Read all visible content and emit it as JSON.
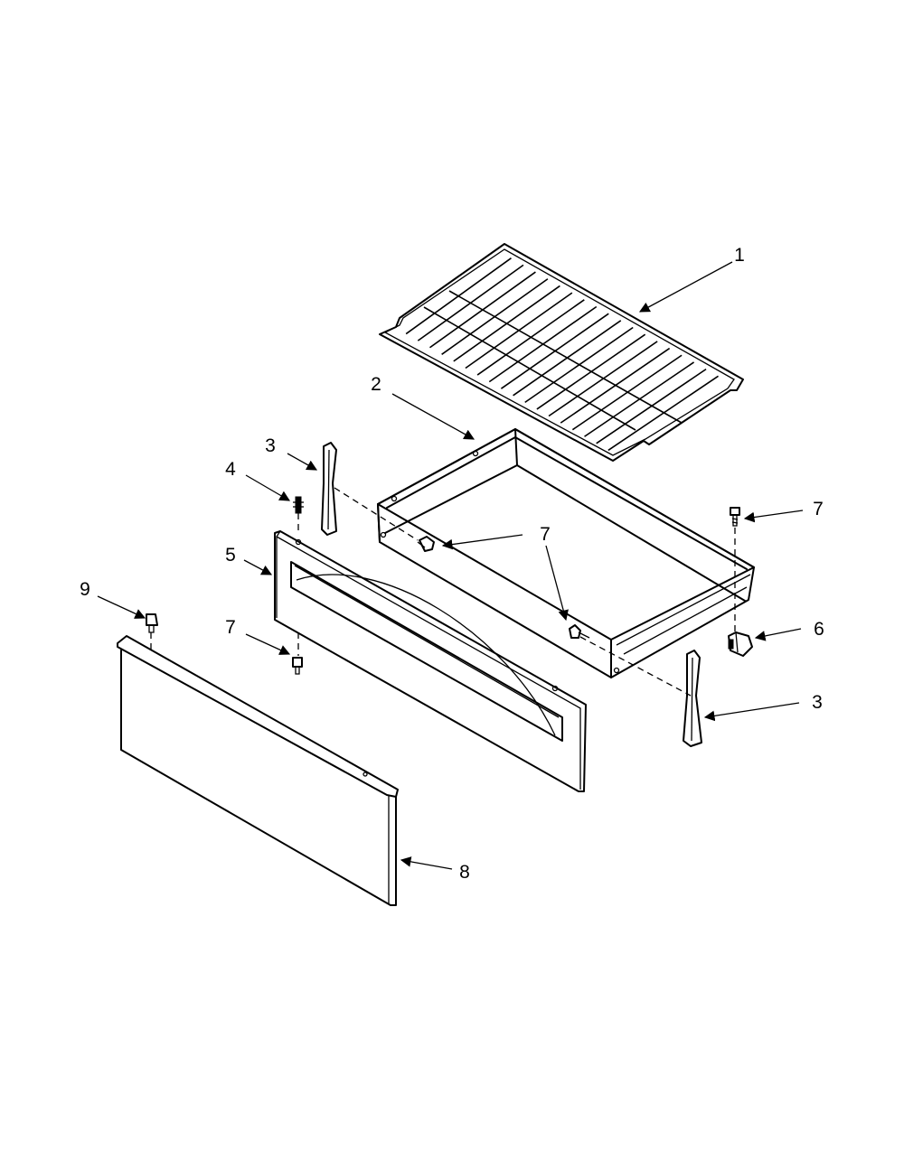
{
  "diagram": {
    "callouts": [
      {
        "id": "rack",
        "label": "1"
      },
      {
        "id": "drawer-body",
        "label": "2"
      },
      {
        "id": "slide-left",
        "label": "3"
      },
      {
        "id": "slide-right",
        "label": "3"
      },
      {
        "id": "stud",
        "label": "4"
      },
      {
        "id": "drawer-front",
        "label": "5"
      },
      {
        "id": "bracket",
        "label": "6"
      },
      {
        "id": "screw-top-right",
        "label": "7"
      },
      {
        "id": "screw-center",
        "label": "7"
      },
      {
        "id": "screw-lower-left",
        "label": "7"
      },
      {
        "id": "drawer-panel",
        "label": "8"
      },
      {
        "id": "screw-panel",
        "label": "9"
      }
    ]
  }
}
